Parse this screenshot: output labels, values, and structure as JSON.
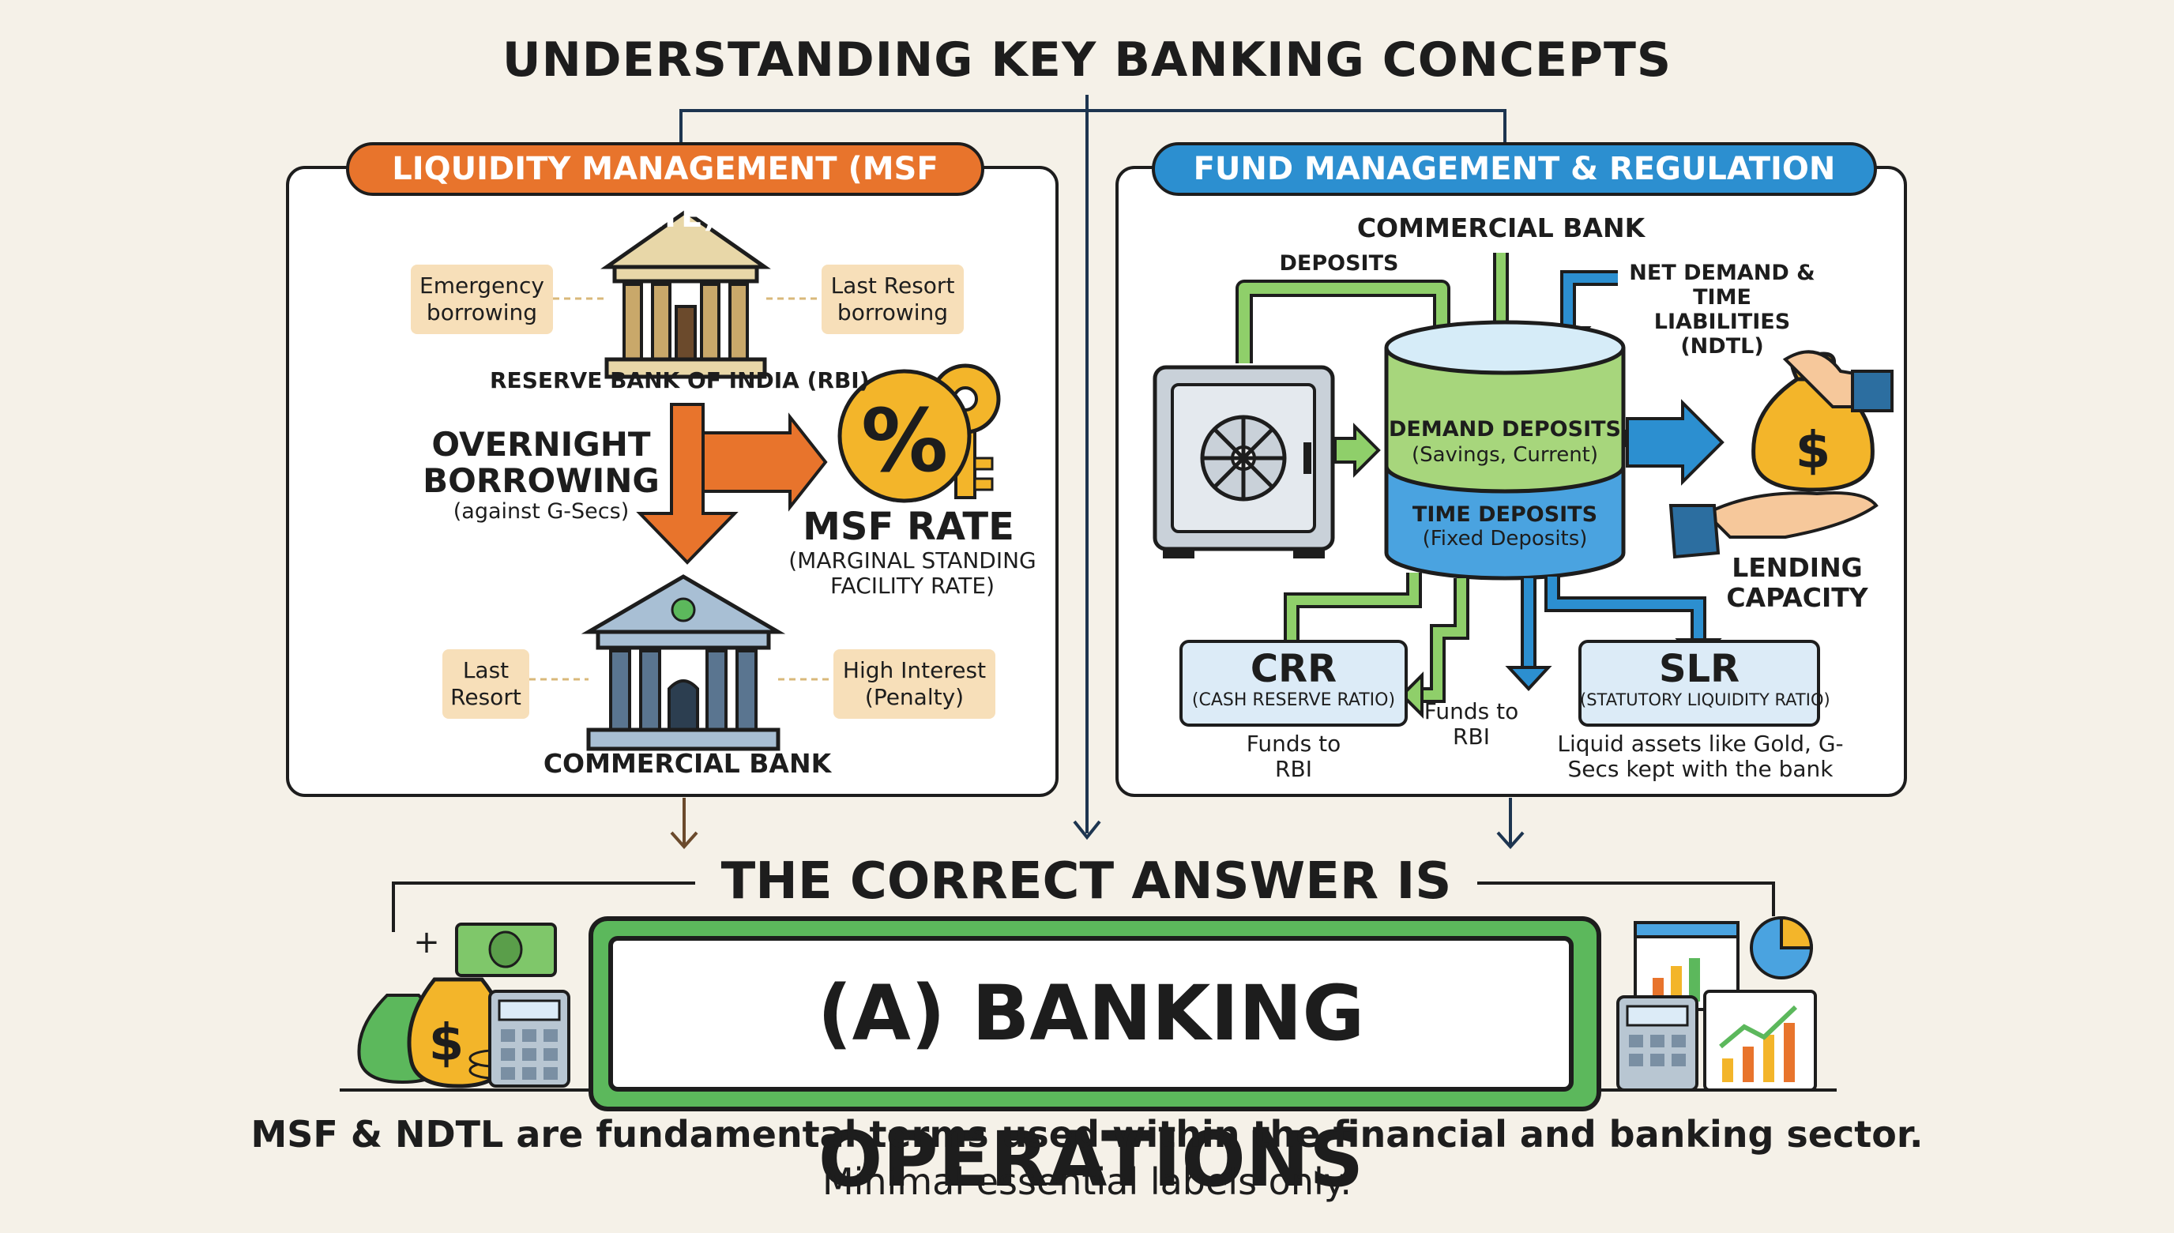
{
  "title": "UNDERSTANDING KEY BANKING CONCEPTS",
  "left_panel": {
    "header": "LIQUIDITY MANAGEMENT (MSF RATE)",
    "tags": {
      "emergency": "Emergency borrowing",
      "last_resort_borrowing": "Last Resort borrowing",
      "last_resort": "Last Resort",
      "high_interest": "High Interest (Penalty)"
    },
    "rbi_label": "RESERVE BANK OF INDIA (RBI)",
    "overnight_title": "OVERNIGHT BORROWING",
    "overnight_sub": "(against G-Secs)",
    "msf_title": "MSF RATE",
    "msf_sub": "(MARGINAL STANDING FACILITY RATE)",
    "percent_symbol": "%",
    "bank_label": "COMMERCIAL BANK"
  },
  "right_panel": {
    "header": "FUND MANAGEMENT & REGULATION (NDTL)",
    "bank_label": "COMMERCIAL BANK",
    "deposits_label": "DEPOSITS",
    "ndtl_label": "NET DEMAND & TIME LIABILITIES (NDTL)",
    "demand_title": "DEMAND DEPOSITS",
    "demand_sub": "(Savings, Current)",
    "time_title": "TIME DEPOSITS",
    "time_sub": "(Fixed Deposits)",
    "lending": "LENDING CAPACITY",
    "dollar": "$",
    "crr_title": "CRR",
    "crr_sub": "(CASH RESERVE RATIO)",
    "crr_note": "Funds to RBI",
    "funds_rbi": "Funds to RBI",
    "slr_title": "SLR",
    "slr_sub": "(STATUTORY LIQUIDITY RATIO)",
    "slr_note": "Liquid assets like Gold, G-Secs kept with the bank"
  },
  "answer": {
    "intro": "THE CORRECT ANSWER IS",
    "text": "(A) BANKING OPERATIONS",
    "dollar": "$",
    "plus": "+"
  },
  "footer": {
    "line1": "MSF & NDTL are fundamental terms used within the financial and banking sector.",
    "line2": "Minimal essential labels only."
  },
  "colors": {
    "orange": "#e8742c",
    "blue": "#2c8fd0",
    "green": "#5cb85c",
    "tan": "#f7dfb9",
    "light_blue": "#dcebf7"
  }
}
